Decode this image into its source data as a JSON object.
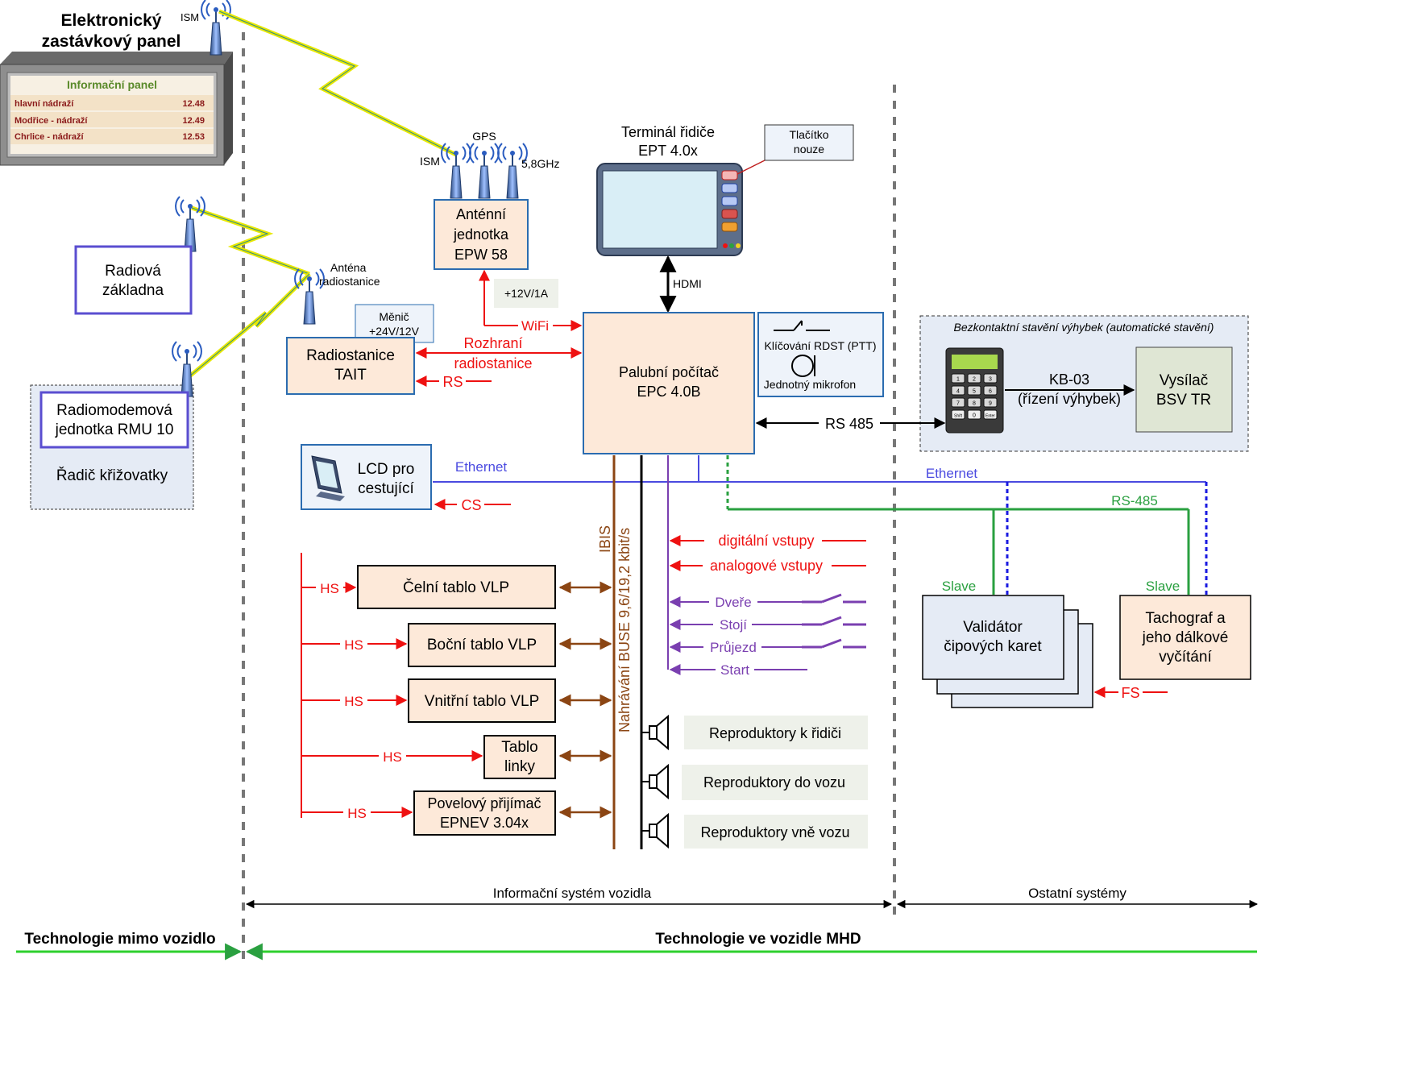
{
  "outside_panel": {
    "title_line1": "Elektronický",
    "title_line2": "zastávkový panel",
    "ism_label": "ISM",
    "panel_header": "Informační panel",
    "rows": [
      {
        "stop": "hlavní nádraží",
        "time": "12.48"
      },
      {
        "stop": "Modřice - nádraží",
        "time": "12.49"
      },
      {
        "stop": "Chrlice - nádraží",
        "time": "12.53"
      }
    ]
  },
  "radio_base": {
    "line1": "Radiová",
    "line2": "základna"
  },
  "rmu": {
    "line1": "Radiomodemová",
    "line2": "jednotka RMU 10",
    "controller": "Řadič křižovatky"
  },
  "radio_antenna": {
    "line1": "Anténa",
    "line2": "radiostanice"
  },
  "antenna_unit": {
    "line1": "Anténní",
    "line2": "jednotka",
    "line3": "EPW 58",
    "ism": "ISM",
    "gps": "GPS",
    "freq": "5,8GHz",
    "power": "+12V/1A",
    "wifi": "WiFi"
  },
  "terminal": {
    "line1": "Terminál řidiče",
    "line2": "EPT 4.0x",
    "hdmi": "HDMI",
    "button_line1": "Tlačítko",
    "button_line2": "nouze"
  },
  "converter": {
    "line1": "Měnič",
    "line2": "+24V/12V"
  },
  "radio_station": {
    "line1": "Radiostanice",
    "line2": "TAIT",
    "interface_line1": "Rozhraní",
    "interface_line2": "radiostanice",
    "rs": "RS"
  },
  "computer": {
    "line1": "Palubní počítač",
    "line2": "EPC 4.0B"
  },
  "ptt": {
    "keying": "Klíčování RDST (PTT)",
    "mic": "Jednotný  mikrofon"
  },
  "switching": {
    "title": "Bezkontaktní stavění výhybek (automatické stavění)",
    "kb_line1": "KB-03",
    "kb_line2": "(řízení výhybek)",
    "rs485": "RS 485",
    "transmitter_line1": "Vysílač",
    "transmitter_line2": "BSV TR",
    "keypad_keys": [
      "1",
      "2",
      "3",
      "4",
      "5",
      "6",
      "7",
      "8",
      "9",
      "Shift",
      "0",
      "Enter"
    ]
  },
  "lcd": {
    "line1": "LCD pro",
    "line2": "cestující",
    "ethernet": "Ethernet",
    "cs": "CS"
  },
  "ethernet2": "Ethernet",
  "rs485_green": "RS-485",
  "bus": {
    "ibis": "IBIS",
    "upload": "Nahrávání BUSE 9,6/19,2 kbit/s"
  },
  "inputs": {
    "digital": "digitální vstupy",
    "analog": "analogové vstupy",
    "doors": "Dveře",
    "stop": "Stojí",
    "pass": "Průjezd",
    "start": "Start"
  },
  "displays": {
    "hs": "HS",
    "front": "Čelní tablo VLP",
    "side": "Boční tablo VLP",
    "inner": "Vnitřní tablo VLP",
    "line_line1": "Tablo",
    "line_line2": "linky",
    "receiver_line1": "Povelový přijímač",
    "receiver_line2": "EPNEV 3.04x"
  },
  "speakers": {
    "driver": "Reproduktory k řidiči",
    "inside": "Reproduktory do vozu",
    "outside": "Reproduktory vně vozu"
  },
  "validator": {
    "line1": "Validátor",
    "line2": "čipových karet",
    "slave": "Slave"
  },
  "tachograph": {
    "line1": "Tachograf a",
    "line2": "jeho dálkové",
    "line3": "vyčítání",
    "slave": "Slave",
    "fs": "FS"
  },
  "sections": {
    "info_system": "Informační systém vozidla",
    "other": "Ostatní systémy",
    "outside": "Technologie mimo vozidlo",
    "inside": "Technologie ve vozidle MHD"
  },
  "colors": {
    "red": "#ee1111",
    "blue": "#4a4ae0",
    "green": "#2aa040",
    "brown": "#8b4513",
    "purple": "#7a3fb0",
    "box_fill": "#fde9d9",
    "box_stroke": "#2b6cb0"
  }
}
